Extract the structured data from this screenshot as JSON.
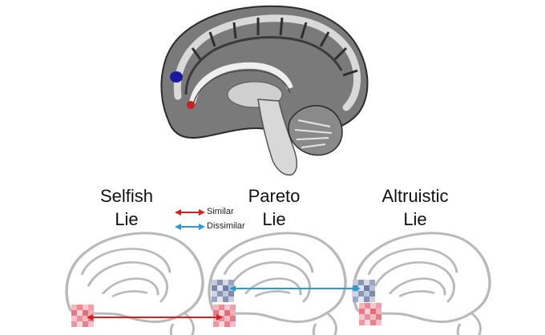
{
  "labels": {
    "selfish": [
      "Selfish",
      "Lie"
    ],
    "pareto": [
      "Pareto",
      "Lie"
    ],
    "altruistic": [
      "Altruistic",
      "Lie"
    ]
  },
  "legend": {
    "similar": "Similar",
    "dissimilar": "Dissimilar"
  },
  "colors": {
    "similar_arrow": "#d42020",
    "dissimilar_arrow": "#2a9ad8",
    "red_pattern": "#e87a86",
    "blue_pattern": "#7a8aae",
    "brain_outline": "#b9b9b9",
    "roi_blue": "#1a1aa0",
    "roi_red": "#c81e1e"
  },
  "icons": {
    "mri": "sagittal-brain-mri-icon",
    "outline": "brain-outline-icon"
  }
}
